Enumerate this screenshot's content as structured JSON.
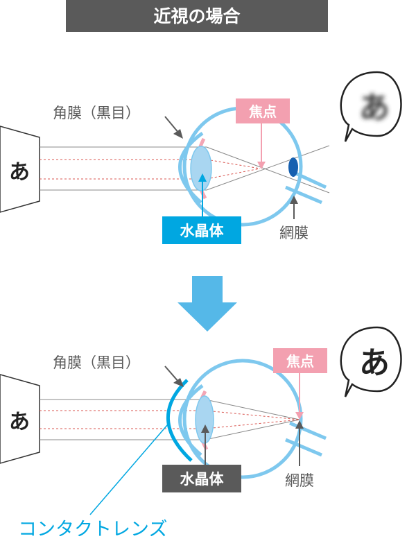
{
  "title": "近視の場合",
  "top": {
    "cornea_label": "角膜（黒目）",
    "focus_label": "焦点",
    "lens_label": "水晶体",
    "retina_label": "網膜",
    "object_char": "あ",
    "perceived_char": "あ"
  },
  "bottom": {
    "cornea_label": "角膜（黒目）",
    "focus_label": "焦点",
    "lens_label": "水晶体",
    "retina_label": "網膜",
    "object_char": "あ",
    "perceived_char": "あ",
    "contact_lens_label": "コンタクトレンズ"
  },
  "colors": {
    "title_bg": "#5a5a5a",
    "eye_blue": "#7ec8ee",
    "lens_fill": "#a9d6f1",
    "cornea_pink": "#f4a6b5",
    "focus_pink": "#f3a0b0",
    "label_cyan": "#00a7e1",
    "label_gray": "#5a5a5a",
    "ray_red": "#d9554f",
    "ray_gray": "#888888",
    "arrow_blue": "#55b8e8",
    "retina_dark": "#1660b0",
    "contact_lens": "#00a7e1"
  },
  "icons": [
    "down-arrow-icon",
    "speech-bubble-icon"
  ]
}
